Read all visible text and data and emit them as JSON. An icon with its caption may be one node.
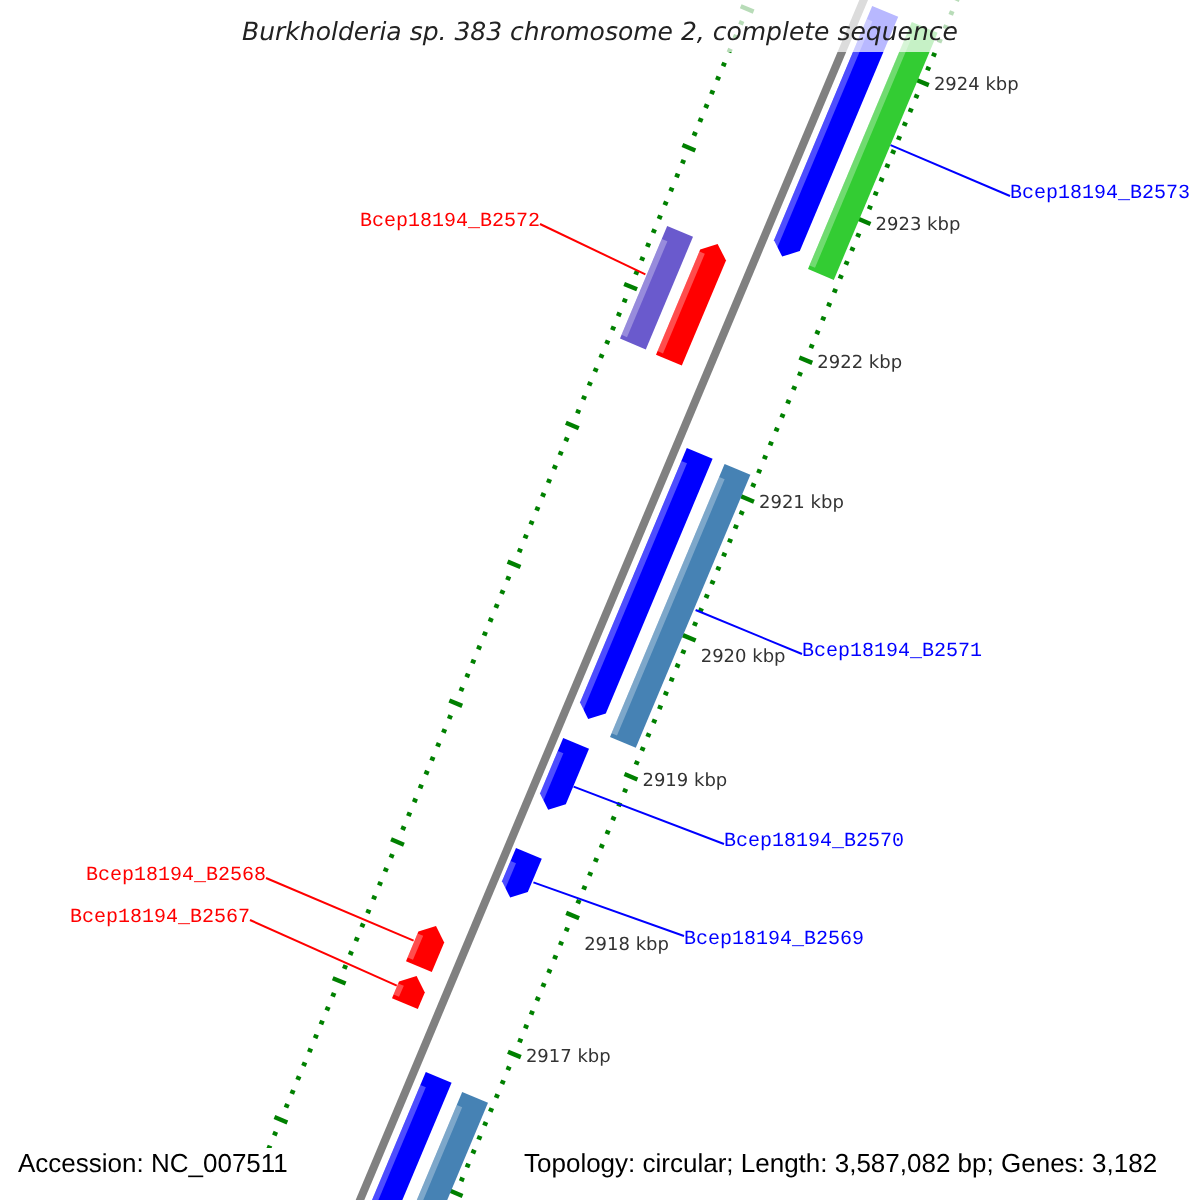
{
  "diagram": {
    "title": "Burkholderia sp. 383 chromosome 2, complete sequence",
    "nodes": [
      {
        "text": [
          "Bcep18194_B2573"
        ]
      },
      {
        "text": [],
        "shape": "arrow"
      },
      {
        "text": [],
        "shape": "bar"
      },
      {
        "text": [
          "Bcep18194_B2572"
        ]
      },
      {
        "text": [],
        "shape": "bar"
      },
      {
        "text": [],
        "shape": "arrow"
      },
      {
        "text": [],
        "shape": "arrow"
      },
      {
        "text": [],
        "shape": "bar"
      },
      {
        "text": [
          "Bcep18194_B2571"
        ]
      },
      {
        "text": [],
        "shape": "arrow"
      },
      {
        "text": [
          "Bcep18194_B2570"
        ]
      },
      {
        "text": [],
        "shape": "arrow"
      },
      {
        "text": [
          "Bcep18194_B2569"
        ]
      },
      {
        "text": [
          "Bcep18194_B2568"
        ]
      },
      {
        "text": [],
        "shape": "arrow"
      },
      {
        "text": [
          "Bcep18194_B2567"
        ]
      },
      {
        "text": [],
        "shape": "arrow"
      },
      {
        "text": [],
        "shape": "bar"
      },
      {
        "text": [],
        "shape": "bar"
      }
    ],
    "edges": [
      {
        "from": 0,
        "to": 2,
        "arrow": "none"
      },
      {
        "from": 3,
        "to": 4,
        "arrow": "none",
        "color": "#ff0000"
      },
      {
        "from": 8,
        "to": 7,
        "arrow": "none"
      },
      {
        "from": 10,
        "to": 9,
        "arrow": "none"
      },
      {
        "from": 12,
        "to": 11,
        "arrow": "none"
      },
      {
        "from": 13,
        "to": 14,
        "arrow": "none",
        "color": "#ff0000"
      },
      {
        "from": 15,
        "to": 16,
        "arrow": "none",
        "color": "#ff0000"
      }
    ],
    "labels": [
      "2924 kbp",
      "2923 kbp",
      "2922 kbp",
      "2921 kbp",
      "2920 kbp",
      "2919 kbp",
      "2918 kbp",
      "2917 kbp",
      "Accession: NC_007511",
      "Topology: circular; Length: 3,587,082 bp; Genes: 3,182"
    ]
  }
}
